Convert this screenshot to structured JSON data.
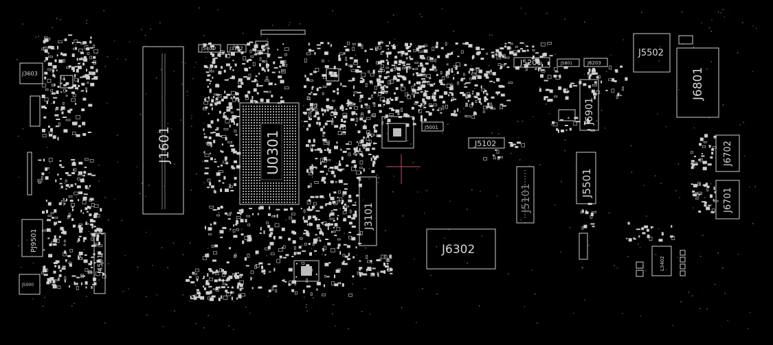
{
  "board": {
    "background": "#000000",
    "silk_color": "#d8d8d8",
    "via_color": "#2f7e8c",
    "marker_color": "#c0506a"
  },
  "labels": {
    "J1601": "J1601",
    "U0301": "U0301",
    "J3101": "J3101",
    "J6302": "J6302",
    "J5101": "J5101",
    "J5501": "J5501",
    "J6901": "J6901",
    "J6801": "J6801",
    "J5502": "J5502",
    "J6702": "J6702",
    "J6701": "J6701",
    "J5201": "J5201",
    "J5102": "J5102",
    "J5001": "J5001",
    "J3603": "J3603",
    "PJ9501": "PJ9501",
    "J4501": "J4501",
    "J5401": "J5401",
    "J3102": "J3102",
    "J5801": "J5801",
    "J6203": "J6203",
    "L3402": "L3402",
    "J5000": "J5000"
  }
}
